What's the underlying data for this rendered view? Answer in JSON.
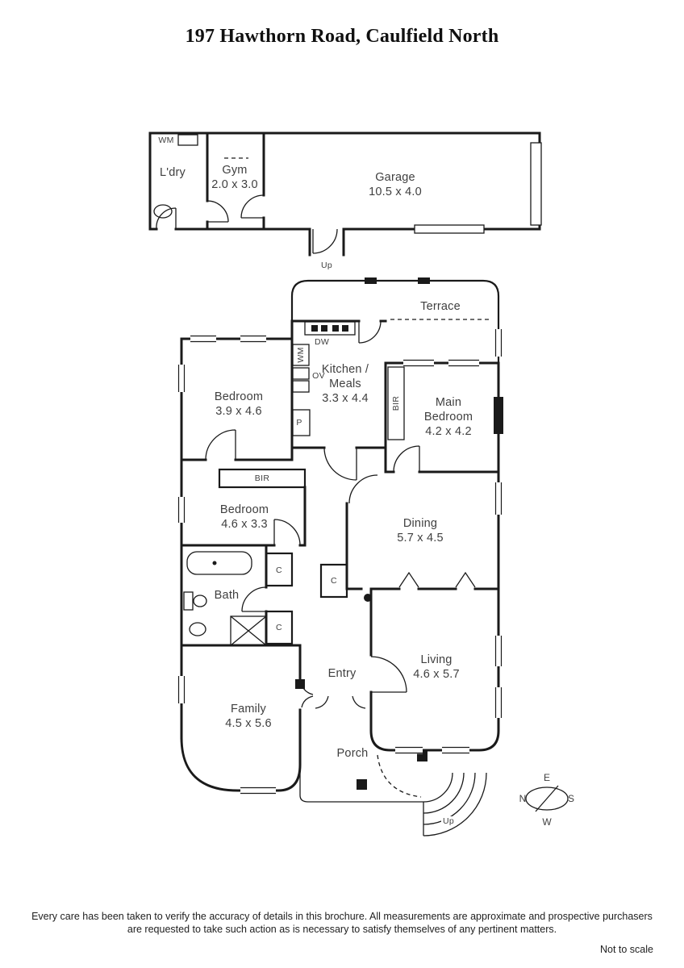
{
  "page": {
    "title": "197 Hawthorn Road, Caulfield North"
  },
  "floorplan": {
    "rooms": {
      "laundry": {
        "name": "L'dry"
      },
      "gym": {
        "name": "Gym",
        "dims": "2.0 x 3.0"
      },
      "garage": {
        "name": "Garage",
        "dims": "10.5 x 4.0"
      },
      "terrace": {
        "name": "Terrace"
      },
      "kitchen_meals": {
        "name": "Kitchen / Meals",
        "dims": "3.3 x 4.4"
      },
      "main_bedroom": {
        "name": "Main Bedroom",
        "dims": "4.2 x 4.2"
      },
      "bedroom_front": {
        "name": "Bedroom",
        "dims": "3.9 x 4.6"
      },
      "bedroom_mid": {
        "name": "Bedroom",
        "dims": "4.6 x 3.3"
      },
      "dining": {
        "name": "Dining",
        "dims": "5.7 x 4.5"
      },
      "bath": {
        "name": "Bath"
      },
      "entry": {
        "name": "Entry"
      },
      "living": {
        "name": "Living",
        "dims": "4.6 x 5.7"
      },
      "family": {
        "name": "Family",
        "dims": "4.5 x 5.6"
      },
      "porch": {
        "name": "Porch"
      }
    },
    "fixtures": {
      "wm_laundry": "WM",
      "dw": "DW",
      "wm_kitchen": "WM",
      "ov": "OV",
      "pantry": "P",
      "bir_main_bedroom": "BIR",
      "bir_bedroom": "BIR",
      "cupboard_1": "C",
      "cupboard_2": "C",
      "cupboard_3": "C",
      "up_garage": "Up",
      "up_porch": "Up"
    },
    "compass": {
      "north": "N",
      "east": "E",
      "south": "S",
      "west": "W"
    }
  },
  "footer": {
    "disclaimer_line1": "Every care has been taken to verify the accuracy of details in this brochure.  All measurements are approximate and prospective purchasers",
    "disclaimer_line2": "are requested to take such action as is necessary to satisfy themselves of any pertinent matters.",
    "scale_note": "Not to scale"
  }
}
